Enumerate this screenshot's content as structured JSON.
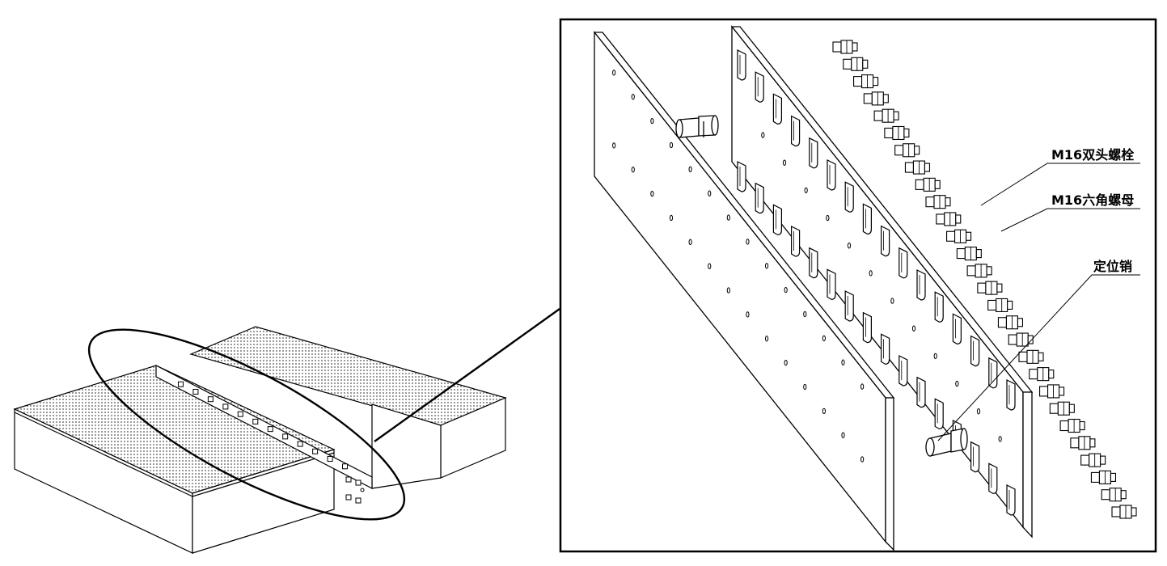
{
  "labels": {
    "stud_bolt": "M16双头螺栓",
    "hex_nut": "M16六角螺母",
    "locating_pin": "定位销"
  },
  "colors": {
    "line": "#000000",
    "background": "#ffffff",
    "mesh": "#8a8a8a"
  }
}
